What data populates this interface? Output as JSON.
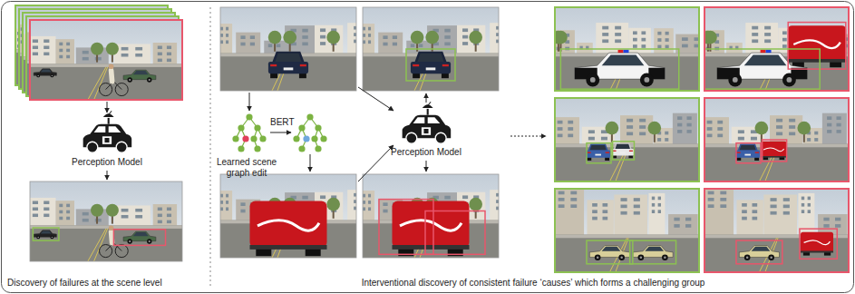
{
  "diagram": {
    "nodes": [
      {
        "text": [
          "Perception Model"
        ]
      },
      {
        "text": [
          "Learned scene graph edit"
        ]
      },
      {
        "text": [
          "Perception Model"
        ]
      }
    ],
    "labels": [
      "BERT",
      "Discovery of failures at the scene level",
      "Interventional discovery of consistent failure ‘causes’ which forms a challenging group"
    ]
  }
}
